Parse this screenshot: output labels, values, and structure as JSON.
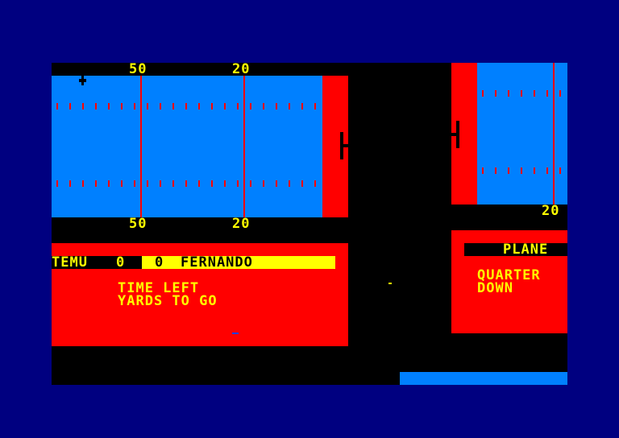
{
  "field_left": {
    "top_labels": [
      "50",
      "20"
    ],
    "bottom_labels": [
      "50",
      "20"
    ]
  },
  "field_right": {
    "bottom_label": "20"
  },
  "scoreboard_left": {
    "team1_name": "TEMU",
    "team1_score": "0",
    "team2_score": "0",
    "team2_name": "FERNANDO",
    "time_left_label": "TIME LEFT",
    "yards_to_go_label": "YARDS TO GO"
  },
  "scoreboard_right": {
    "player_label": "PLANE",
    "quarter_label": "QUARTER",
    "down_label": "DOWN"
  },
  "colors": {
    "border": "#000080",
    "field": "#0080ff",
    "endzone": "#ff0000",
    "text_yellow": "#ffff00",
    "background": "#000000"
  }
}
